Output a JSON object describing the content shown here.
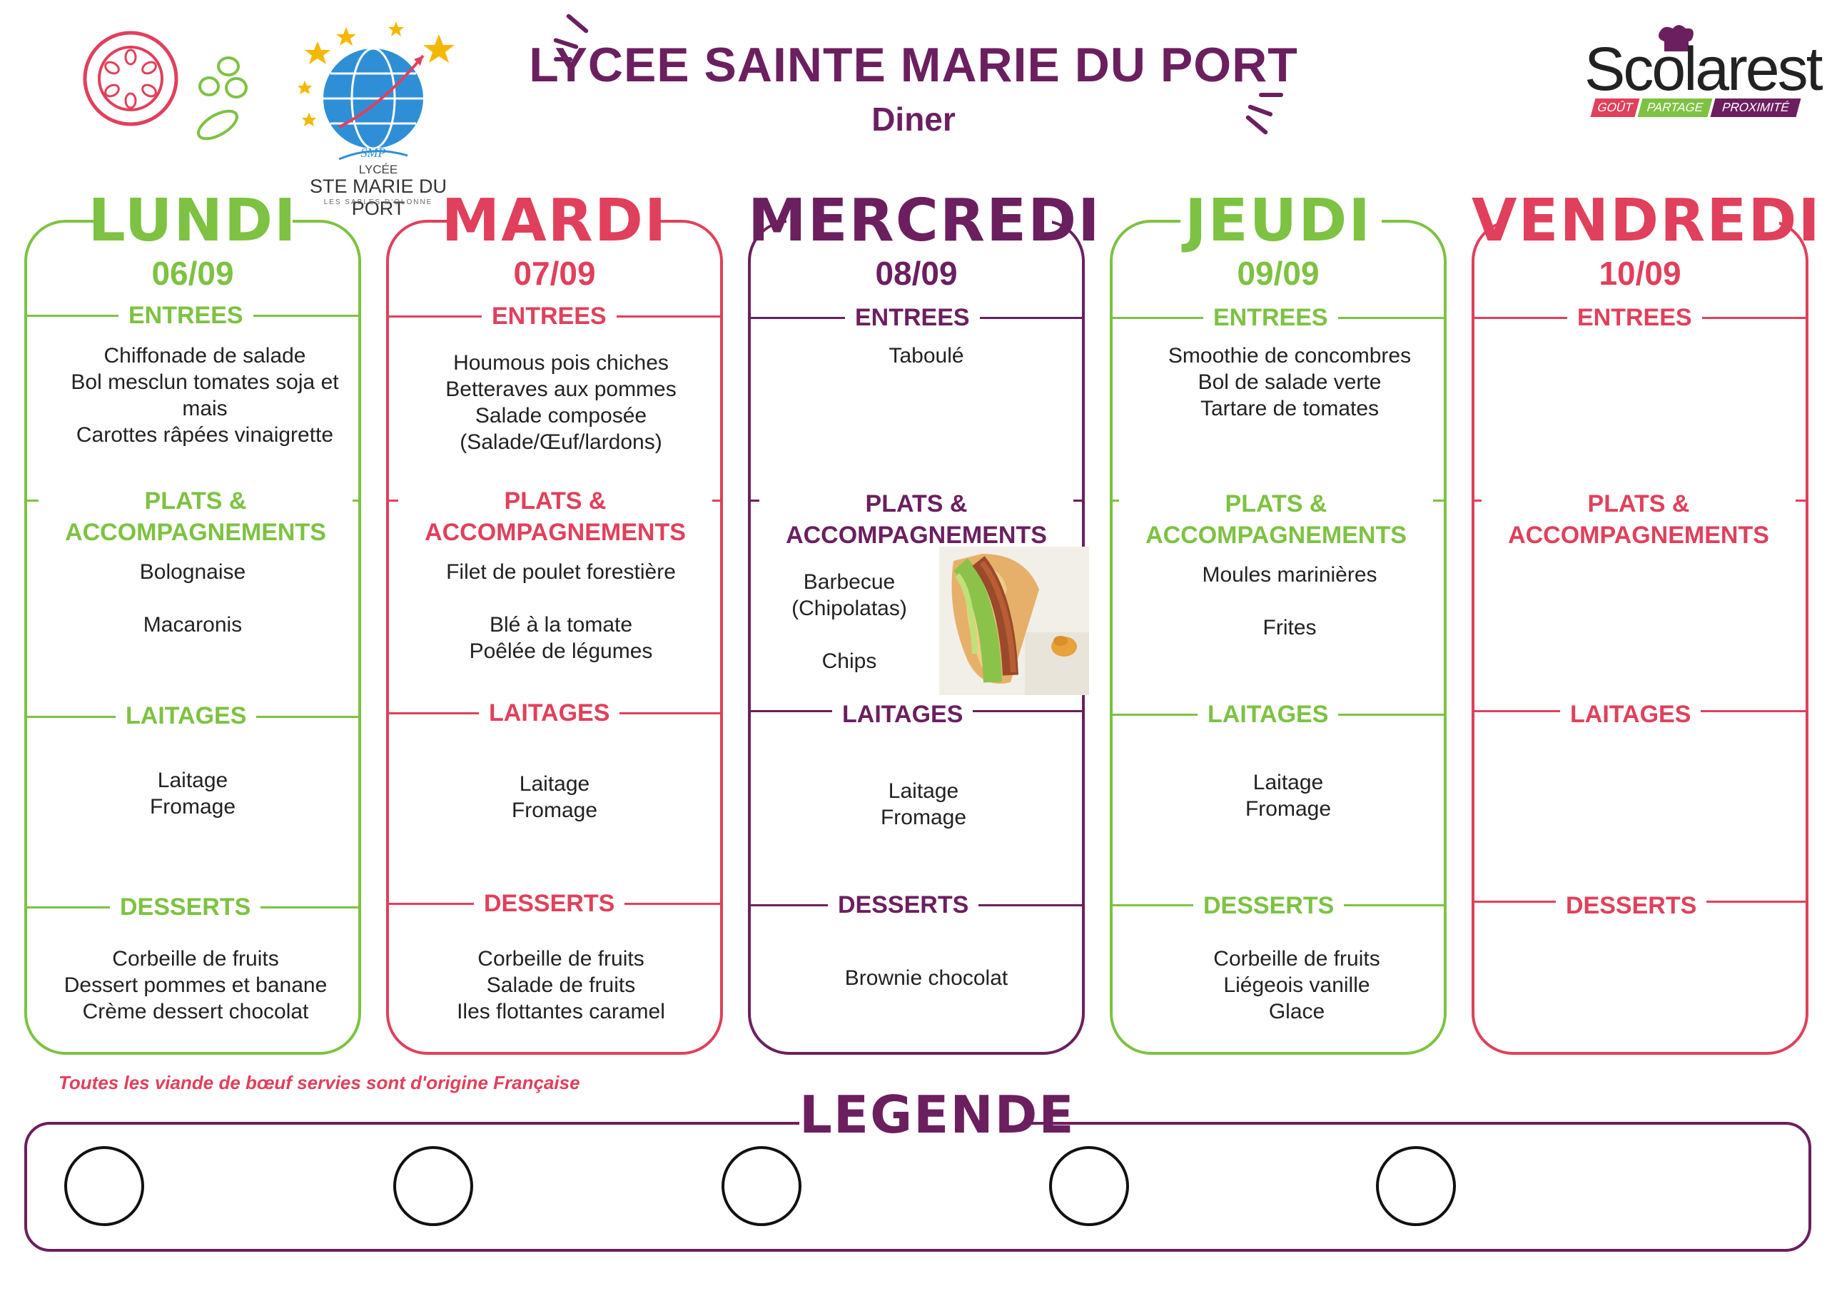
{
  "header": {
    "title": "LYCEE SAINTE MARIE DU PORT",
    "subtitle": "Diner"
  },
  "school_logo": {
    "line1": "LYCÉE",
    "line2": "STE MARIE DU PORT",
    "line3": "LES SABLES D'OLONNE",
    "badge": "SMP"
  },
  "brand_logo": {
    "name": "Scolarest",
    "tags": [
      "GOÛT",
      "PARTAGE",
      "PROXIMITÉ"
    ]
  },
  "colors": {
    "green": "#7dc242",
    "pink": "#e0405b",
    "purple": "#6b1f5f"
  },
  "days": [
    {
      "name": "LUNDI",
      "date": "06/09",
      "entrees_label": "ENTREES",
      "entrees": [
        "Chiffonade de salade",
        "Bol mesclun tomates soja et",
        "mais",
        "Carottes râpées vinaigrette"
      ],
      "plats_label": [
        "PLATS &",
        "ACCOMPAGNEMENTS"
      ],
      "plats": [
        "Bolognaise",
        "",
        "Macaronis"
      ],
      "laitages_label": "LAITAGES",
      "laitages": [
        "Laitage",
        "Fromage"
      ],
      "desserts_label": "DESSERTS",
      "desserts": [
        "Corbeille de fruits",
        "Dessert pommes et banane",
        "Crème dessert chocolat"
      ]
    },
    {
      "name": "MARDI",
      "date": "07/09",
      "entrees_label": "ENTREES",
      "entrees": [
        "Houmous pois chiches",
        "Betteraves aux pommes",
        "Salade composée",
        "(Salade/Œuf/lardons)"
      ],
      "plats_label": [
        "PLATS &",
        "ACCOMPAGNEMENTS"
      ],
      "plats": [
        "Filet de poulet forestière",
        "",
        "Blé à la tomate",
        "Poêlée de légumes"
      ],
      "laitages_label": "LAITAGES",
      "laitages": [
        "Laitage",
        "Fromage"
      ],
      "desserts_label": "DESSERTS",
      "desserts": [
        "Corbeille de fruits",
        "Salade de fruits",
        "Iles flottantes caramel"
      ]
    },
    {
      "name": "MERCREDI",
      "date": "08/09",
      "entrees_label": "ENTREES",
      "entrees": [
        "Taboulé"
      ],
      "plats_label": [
        "PLATS &",
        "ACCOMPAGNEMENTS"
      ],
      "plats": [
        "Barbecue",
        "(Chipolatas)",
        "",
        "Chips"
      ],
      "laitages_label": "LAITAGES",
      "laitages": [
        "Laitage",
        "Fromage"
      ],
      "desserts_label": "DESSERTS",
      "desserts": [
        "Brownie chocolat"
      ]
    },
    {
      "name": "JEUDI",
      "date": "09/09",
      "entrees_label": "ENTREES",
      "entrees": [
        "Smoothie de concombres",
        "Bol de salade verte",
        "Tartare de tomates"
      ],
      "plats_label": [
        "PLATS &",
        "ACCOMPAGNEMENTS"
      ],
      "plats": [
        "Moules marinières",
        "",
        "Frites"
      ],
      "laitages_label": "LAITAGES",
      "laitages": [
        "Laitage",
        "Fromage"
      ],
      "desserts_label": "DESSERTS",
      "desserts": [
        "Corbeille de fruits",
        "Liégeois vanille",
        "Glace"
      ]
    },
    {
      "name": "VENDREDI",
      "date": "10/09",
      "entrees_label": "ENTREES",
      "entrees": [],
      "plats_label": [
        "PLATS &",
        "ACCOMPAGNEMENTS"
      ],
      "plats": [],
      "laitages_label": "LAITAGES",
      "laitages": [],
      "desserts_label": "DESSERTS",
      "desserts": []
    }
  ],
  "footnote": "Toutes les viande de bœuf servies sont d'origine Française",
  "legend": {
    "title": "LEGENDE"
  }
}
